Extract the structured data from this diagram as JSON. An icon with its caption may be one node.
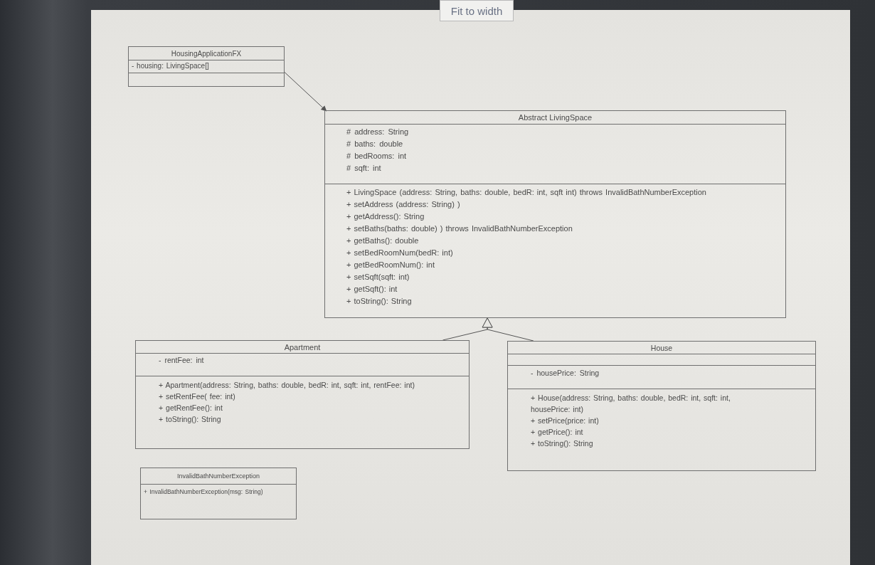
{
  "diagram": {
    "nodes": [
      {
        "text": [
          "HousingApplicationFX"
        ]
      },
      {
        "text": [
          "- housing: LivingSpace[]"
        ],
        "in": 0
      },
      {
        "text": [],
        "shape": "box",
        "in": 0
      },
      {
        "text": [
          "Abstract LivingSpace"
        ]
      },
      {
        "text": [
          "# address: String",
          "# baths: double",
          "# bedRooms: int",
          "# sqft: int"
        ],
        "in": 3
      },
      {
        "text": [
          "+ LivingSpace (address: String, baths: double, bedR: int, sqft int) throws InvalidBathNumberException",
          "+ setAddress (address: String) )",
          "+ getAddress(): String",
          "+ setBaths(baths: double) ) throws InvalidBathNumberException",
          "+ getBaths(): double",
          "+ setBedRoomNum(bedR: int)",
          "+ getBedRoomNum(): int",
          "+ setSqft(sqft: int)",
          "+ getSqft(): int",
          "+ toString(): String"
        ],
        "in": 3
      },
      {
        "text": [
          "Apartment"
        ]
      },
      {
        "text": [
          "- rentFee: int"
        ],
        "in": 6
      },
      {
        "text": [
          "+ Apartment(address: String, baths: double, bedR: int, sqft: int, rentFee: int)",
          "+ setRentFee( fee: int)",
          "+ getRentFee(): int",
          "+ toString(): String"
        ],
        "in": 6
      },
      {
        "text": [
          "House"
        ]
      },
      {
        "text": [],
        "shape": "box",
        "in": 9
      },
      {
        "text": [
          "- housePrice: String"
        ],
        "in": 9
      },
      {
        "text": [
          "+ House(address: String, baths: double, bedR: int, sqft: int, housePrice: int)",
          "+ setPrice(price: int)",
          "+ getPrice(): int",
          "+ toString(): String"
        ],
        "in": 9
      },
      {
        "text": [
          "InvalidBathNumberException"
        ]
      },
      {
        "text": [
          "+ InvalidBathNumberException(msg: String)"
        ],
        "in": 13
      }
    ],
    "edges": [
      {
        "from": 0,
        "to": 3,
        "arrow": "to"
      },
      {
        "from": 6,
        "to": 3,
        "arrow": "to"
      },
      {
        "from": 9,
        "to": 3,
        "arrow": "to"
      }
    ],
    "labels": [
      "Fit to width"
    ]
  }
}
